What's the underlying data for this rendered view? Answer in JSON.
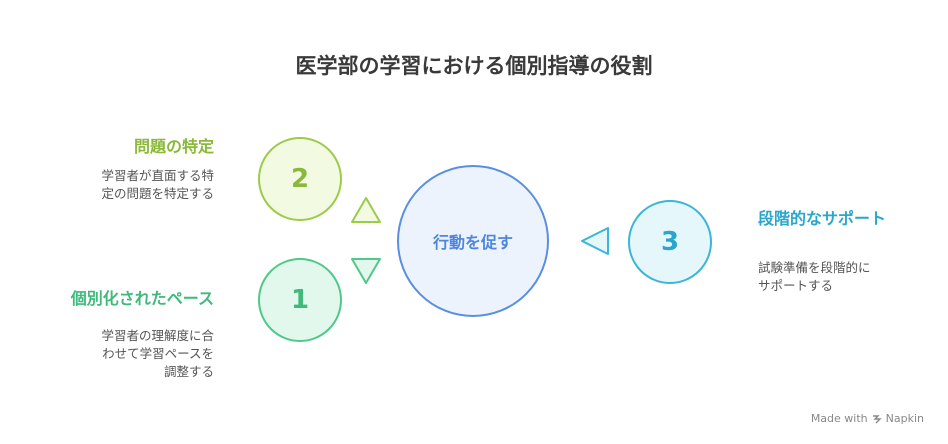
{
  "title": "医学部の学習における個別指導の役割",
  "center": {
    "label": "行動を促す"
  },
  "items": [
    {
      "number": "2",
      "heading": "問題の特定",
      "desc_lines": [
        "学習者が直面する特",
        "定の問題を特定する"
      ],
      "color": "#9ccb4a"
    },
    {
      "number": "1",
      "heading": "個別化されたペース",
      "desc_lines": [
        "学習者の理解度に合",
        "わせて学習ペースを",
        "調整する"
      ],
      "color": "#4fc98a"
    },
    {
      "number": "3",
      "heading": "段階的なサポート",
      "desc_lines": [
        "試験準備を段階的に",
        "サポートする"
      ],
      "color": "#3bb5d8"
    }
  ],
  "credit": {
    "prefix": "Made with",
    "brand": "Napkin",
    "icon": "napkin-logo-icon"
  }
}
